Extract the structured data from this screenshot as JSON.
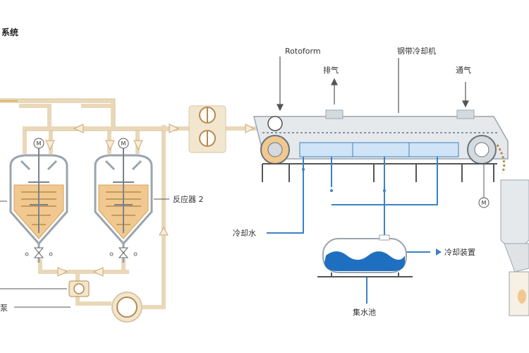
{
  "title_fragment": "系统",
  "labels": {
    "rotoform": "Rotoform",
    "steel_belt_cooler": "钢带冷却机",
    "exhaust": "排气",
    "ventilation": "通气",
    "reactor_2": "反应器 2",
    "cooling_water": "冷却水",
    "cooling_device": "冷却装置",
    "sump": "集水池",
    "pump_fragment": "泵"
  },
  "motor_symbol": "M",
  "colors": {
    "pipe_fill": "#f3e6cf",
    "pipe_stroke": "#d9c6a3",
    "water_line": "#3b82c4",
    "water_fill": "#1f6fc0",
    "vessel_steel": "#c8ccd0",
    "product": "#f0c890",
    "label_line": "#555555"
  }
}
